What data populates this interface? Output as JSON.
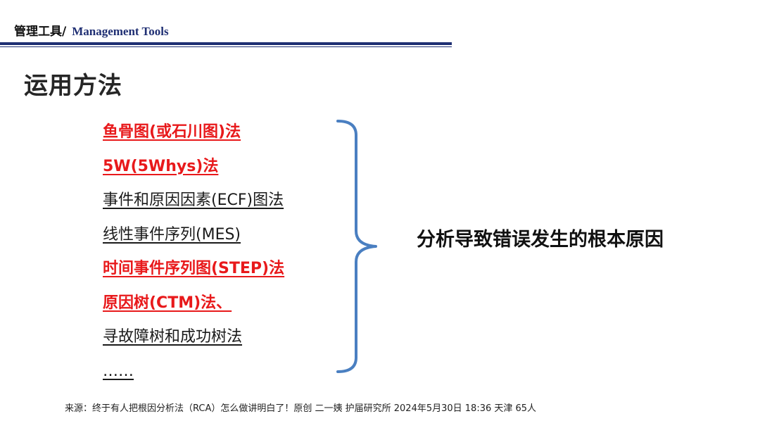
{
  "header": {
    "cn": "管理工具/",
    "en": "Management Tools"
  },
  "title": "运用方法",
  "methods": [
    {
      "text": "鱼骨图(或石川图)法",
      "highlight": true
    },
    {
      "text": "5W(5Whys)法",
      "highlight": true
    },
    {
      "text": "事件和原因因素(ECF)图法",
      "highlight": false
    },
    {
      "text": "线性事件序列(MES)",
      "highlight": false
    },
    {
      "text": "时间事件序列图(STEP)法",
      "highlight": true
    },
    {
      "text": "原因树(CTM)法、",
      "highlight": true
    },
    {
      "text": "寻故障树和成功树法",
      "highlight": false
    },
    {
      "text": "……",
      "highlight": false
    }
  ],
  "conclusion": "分析导致错误发生的根本原因",
  "source": "来源：终于有人把根因分析法（RCA）怎么做讲明白了！原创 二一姨 护届研究所 2024年5月30日 18:36 天津 65人",
  "colors": {
    "highlight": "#e8191b",
    "brand": "#1f2f73",
    "brace": "#4a7fc1"
  }
}
